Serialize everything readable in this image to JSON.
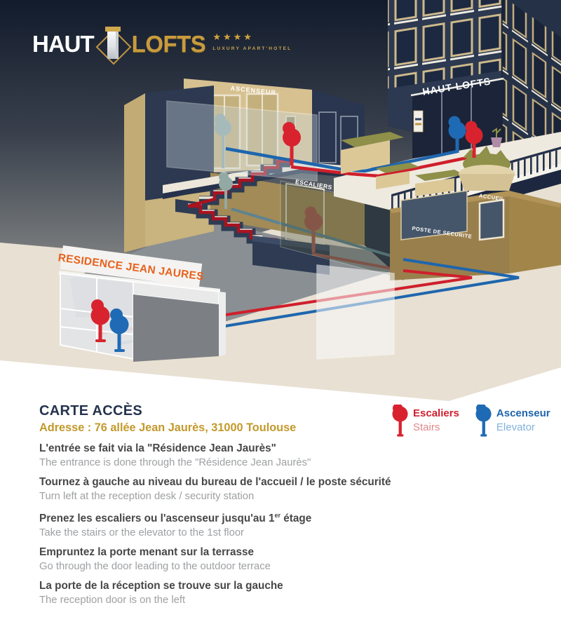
{
  "logo": {
    "haut": "HAUT",
    "lofts": "LOFTS",
    "stars": "★★★★",
    "subtitle": "LUXURY APART'HOTEL"
  },
  "scene": {
    "building_sign": "HAUT LOFTS",
    "ascenseur": "ASCENSEUR",
    "escaliers": "ESCALIERS",
    "accueil": "ACCUEIL",
    "poste_securite": "POSTE DE SECURITE",
    "residence_sign": "RESIDENCE JEAN JAURES"
  },
  "info": {
    "title": "CARTE ACCÈS",
    "address": "Adresse : 76 allée Jean Jaurès, 31000 Toulouse"
  },
  "legend": {
    "stairs_fr": "Escaliers",
    "stairs_en": "Stairs",
    "elevator_fr": "Ascenseur",
    "elevator_en": "Elevator"
  },
  "instructions": [
    {
      "fr": "L'entrée se fait via la \"Résidence Jean Jaurès\"",
      "en": "The entrance is done through the \"Résidence Jean Jaurès\""
    },
    {
      "fr": "Tournez à gauche au niveau du bureau de l'accueil / le poste sécurité",
      "en": "Turn left at the reception desk / security station"
    },
    {
      "fr1": "Prenez les escaliers ou l'ascenseur jusqu'au 1",
      "sup": "er",
      "fr2": " étage",
      "en": "Take the stairs or the elevator to the 1st floor"
    },
    {
      "fr": "Empruntez la porte menant sur la terrasse",
      "en": "Go through the door leading to the outdoor terrace"
    },
    {
      "fr": "La porte de la réception se trouve sur la gauche",
      "en": "The reception door is on the left"
    }
  ],
  "colors": {
    "route_stairs_red": "#cf1f2c",
    "route_elevator_blue": "#1e66ae",
    "gold": "#c2992b",
    "navy_title": "#25334d",
    "orange_sign": "#e8611c",
    "stairs_label_light": "#e2878b",
    "elevator_label_light": "#7fb2dc"
  }
}
